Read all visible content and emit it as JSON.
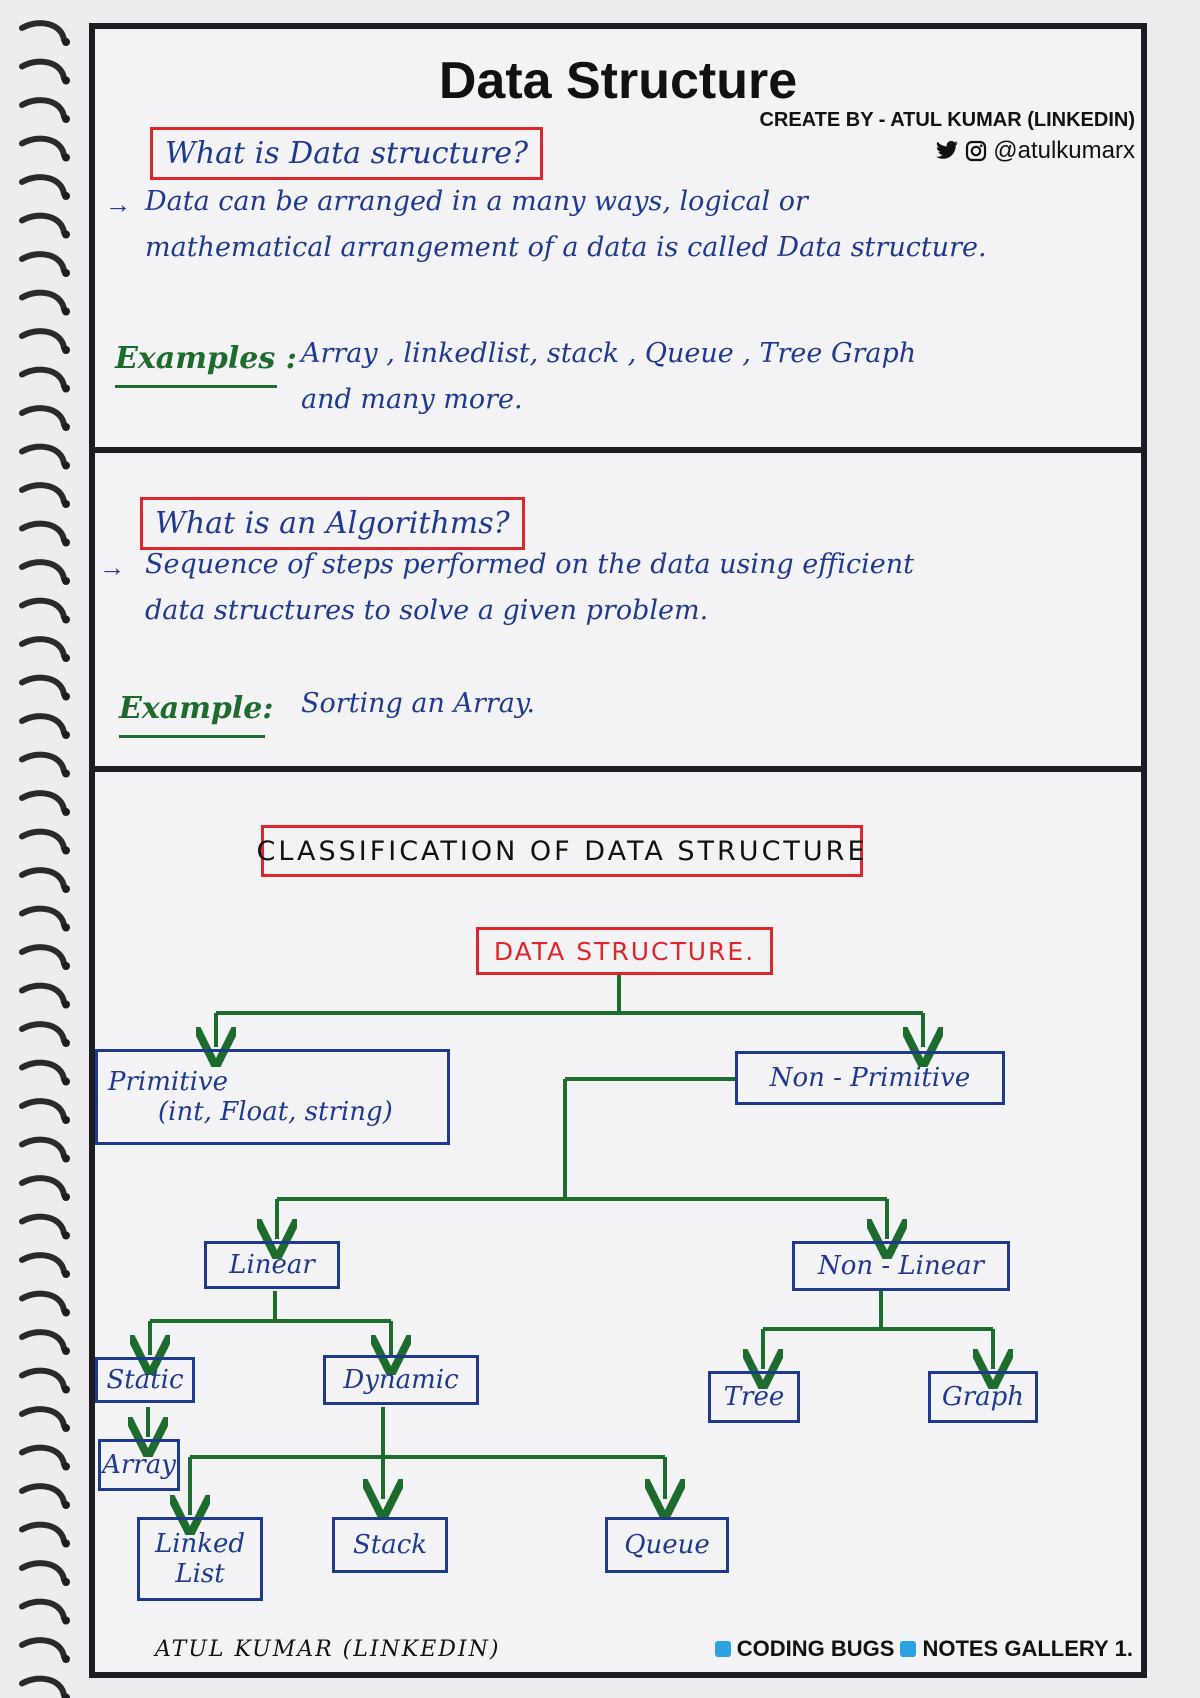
{
  "header": {
    "title": "Data Structure",
    "credit": "CREATE BY - ATUL KUMAR (LINKEDIN)",
    "handle": "@atulkumarx"
  },
  "section1": {
    "question": "What is Data structure?",
    "answer_line1": "Data can be arranged in a many ways, logical or",
    "answer_line2": "mathematical arrangement of a data is called Data structure.",
    "examples_label": "Examples :",
    "examples_line1": "Array , linkedlist, stack , Queue , Tree Graph",
    "examples_line2": "and many more."
  },
  "section2": {
    "question": "What is an Algorithms?",
    "answer_line1": "Sequence of steps performed on the data using efficient",
    "answer_line2": "data structures to solve a given problem.",
    "example_label": "Example:",
    "example_text": "Sorting an Array."
  },
  "classification": {
    "title": "CLASSIFICATION OF DATA STRUCTURE",
    "root": "DATA STRUCTURE.",
    "primitive_line1": "Primitive",
    "primitive_line2": "(int, Float, string)",
    "non_primitive": "Non - Primitive",
    "linear": "Linear",
    "non_linear": "Non - Linear",
    "static": "Static",
    "dynamic": "Dynamic",
    "array": "Array",
    "linked_list_line1": "Linked",
    "linked_list_line2": "List",
    "stack": "Stack",
    "queue": "Queue",
    "tree": "Tree",
    "graph": "Graph"
  },
  "footer": {
    "author": "ATUL KUMAR (LINKEDIN)",
    "channel1": "CODING BUGS",
    "channel2": "NOTES GALLERY",
    "page_number": "1."
  },
  "colors": {
    "ink_blue": "#1f3a8c",
    "ink_green": "#1e6b2e",
    "ink_red": "#e1262b"
  }
}
